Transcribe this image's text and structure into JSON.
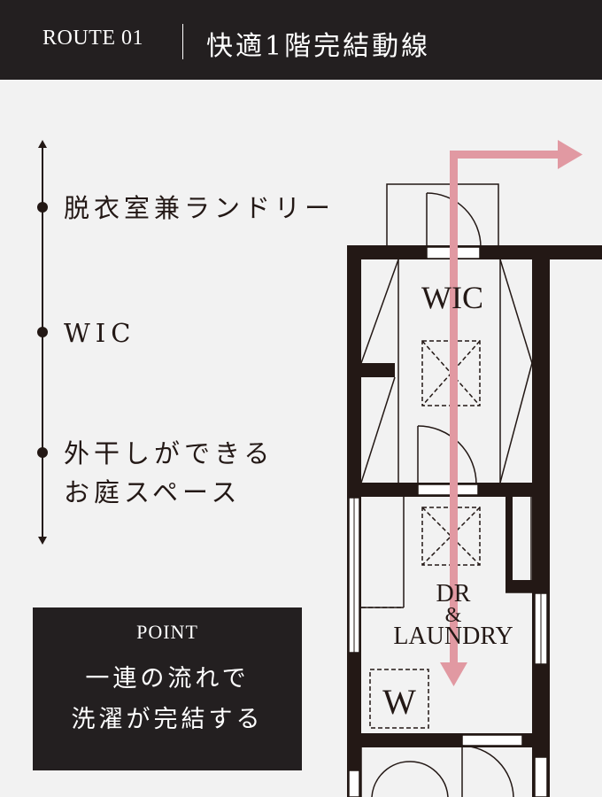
{
  "header": {
    "route_label": "ROUTE 01",
    "title": "快適1階完結動線"
  },
  "timeline": {
    "steps": [
      {
        "label": "脱衣室兼ランドリー"
      },
      {
        "label": "WIC"
      },
      {
        "label": "外干しができる\nお庭スペース"
      }
    ]
  },
  "point": {
    "title": "POINT",
    "text": "一連の流れで\n洗濯が完結する"
  },
  "floor_plan": {
    "rooms": {
      "wic": "WIC",
      "dr": "DR",
      "ampersand": "&",
      "laundry": "LAUNDRY",
      "washer": "W"
    },
    "route_color": "#e199a2",
    "wall_color": "#231815"
  },
  "colors": {
    "background": "#f2f2f2",
    "dark": "#231f20",
    "text": "#231815",
    "accent": "#e199a2"
  }
}
